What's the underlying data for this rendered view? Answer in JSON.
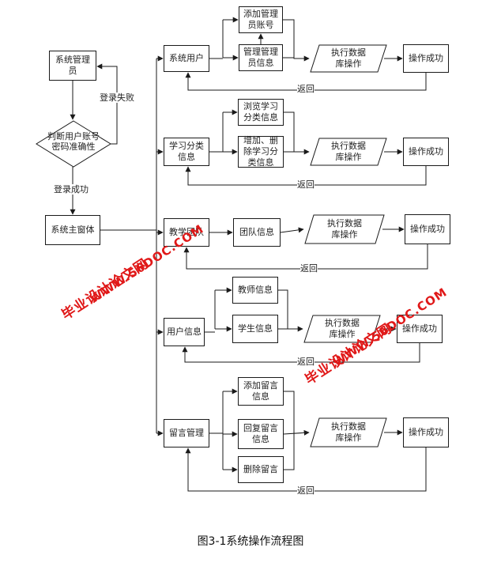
{
  "diagram": {
    "caption": "图3-1系统操作流程图",
    "login": {
      "admin": "系统管理\n员",
      "decision": "判断用户账号\n密码准确性",
      "fail_label": "登录失败",
      "success_label": "登录成功",
      "main_window": "系统主窗体"
    },
    "groups": [
      {
        "module": "系统用户",
        "subs": [
          "添加管理\n员账号",
          "管理管理\n员信息"
        ],
        "db": "执行数据\n库操作",
        "result": "操作成功",
        "back": "返回"
      },
      {
        "module": "学习分类\n信息",
        "subs": [
          "浏览学习\n分类信息",
          "增加、删\n除学习分\n类信息"
        ],
        "db": "执行数据\n库操作",
        "result": "操作成功",
        "back": "返回"
      },
      {
        "module": "教学团队",
        "subs": [
          "团队信息"
        ],
        "db": "执行数据\n库操作",
        "result": "操作成功",
        "back": "返回"
      },
      {
        "module": "用户信息",
        "subs": [
          "教师信息",
          "学生信息"
        ],
        "db": "执行数据\n库操作",
        "result": "操作成功",
        "back": "返回"
      },
      {
        "module": "留言管理",
        "subs": [
          "添加留言\n信息",
          "回复留言\n信息",
          "删除留言"
        ],
        "db": "执行数据\n库操作",
        "result": "操作成功",
        "back": "返回"
      }
    ],
    "watermarks": [
      "毕业设计论文网",
      "WWW.56DOC.COM"
    ]
  }
}
